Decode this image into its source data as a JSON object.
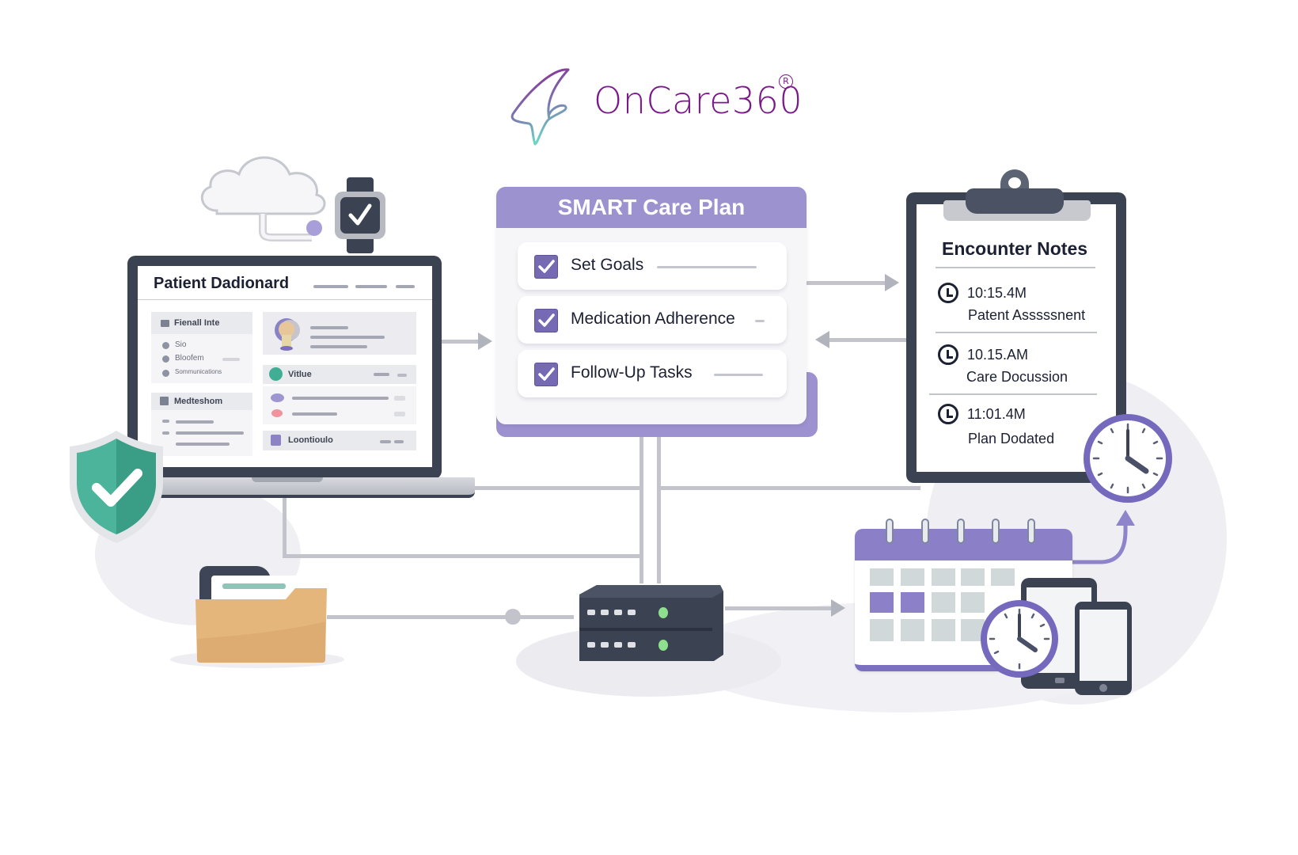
{
  "brand": {
    "name": "OnCare360",
    "registered_mark": "R",
    "color": "#7a1a8a"
  },
  "colors": {
    "accent_purple": "#9c92cf",
    "checkbox_purple": "#776ab5",
    "dark_slate": "#3b4352",
    "connector_gray": "#c2c3cb",
    "shield_green": "#3aa58a",
    "folder_tan": "#e2b67f",
    "led_green": "#8ee08e"
  },
  "patient_dashboard": {
    "title": "Patient Dadionard",
    "left_panels": [
      {
        "header": "Fienall Inte",
        "items": [
          "Sio",
          "Bloofem",
          "Sommunications"
        ]
      },
      {
        "header": "Medteshom",
        "items": []
      }
    ],
    "right_panels": [
      {
        "type": "profile"
      },
      {
        "header": "Vitlue",
        "status_icon": "check-circle-icon"
      },
      {
        "header": "Loontioulo"
      }
    ]
  },
  "care_plan": {
    "title": "SMART Care Plan",
    "items": [
      {
        "label": "Set Goals",
        "checked": true
      },
      {
        "label": "Medication Adherence",
        "checked": true
      },
      {
        "label": "Follow-Up Tasks",
        "checked": true
      }
    ]
  },
  "encounter_notes": {
    "title": "Encounter Notes",
    "entries": [
      {
        "time": "10:15.4M",
        "description": "Patent Asssssnent"
      },
      {
        "time": "10.15.AM",
        "description": "Care Docussion"
      },
      {
        "time": "11:01.4M",
        "description": "Plan Dodated"
      }
    ]
  },
  "icons": {
    "cloud": "cloud-icon",
    "smartwatch": "smartwatch-icon",
    "shield": "shield-check-icon",
    "folder": "folder-icon",
    "server": "server-icon",
    "calendar": "calendar-icon",
    "clock": "clock-icon",
    "tablet": "tablet-icon",
    "phone": "phone-icon"
  }
}
